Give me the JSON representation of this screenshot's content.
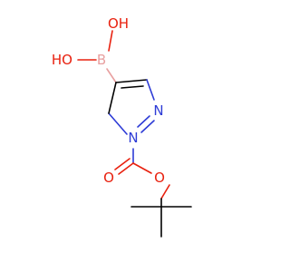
{
  "molecule": {
    "atoms": {
      "oh_top": "OH",
      "oh_left": "HO",
      "boron": "B",
      "n_ring": "N",
      "n_sub": "N",
      "o_carbonyl": "O",
      "o_ester": "O"
    },
    "colors": {
      "bond": "#000000",
      "nitrogen": "#2e3cd6",
      "oxygen": "#e8200e",
      "boron": "#e8a0a0"
    }
  }
}
